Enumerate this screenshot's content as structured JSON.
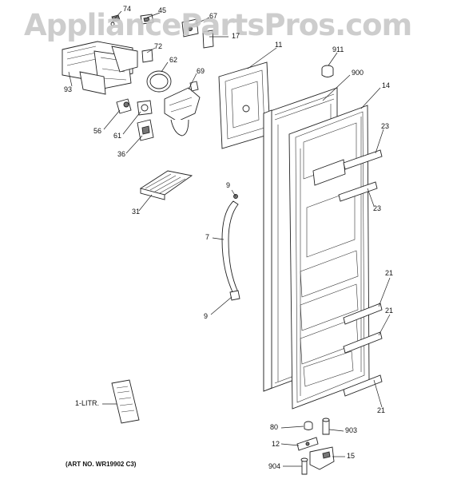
{
  "watermark": "AppliancePartsPros.com",
  "footer": "(ART NO. WR19902 C3)",
  "labels": {
    "p74": "74",
    "p45": "45",
    "p67": "67",
    "p17": "17",
    "p72": "72",
    "p62": "62",
    "p93": "93",
    "p69": "69",
    "p56": "56",
    "p61": "61",
    "p36": "36",
    "p31": "31",
    "p11": "11",
    "p911": "911",
    "p900": "900",
    "p14": "14",
    "p23a": "23",
    "p23b": "23",
    "p9a": "9",
    "p7": "7",
    "p9b": "9",
    "p21a": "21",
    "p21b": "21",
    "p21c": "21",
    "p1litr": "1-LITR.",
    "p80": "80",
    "p903": "903",
    "p12": "12",
    "p15": "15",
    "p904": "904"
  }
}
